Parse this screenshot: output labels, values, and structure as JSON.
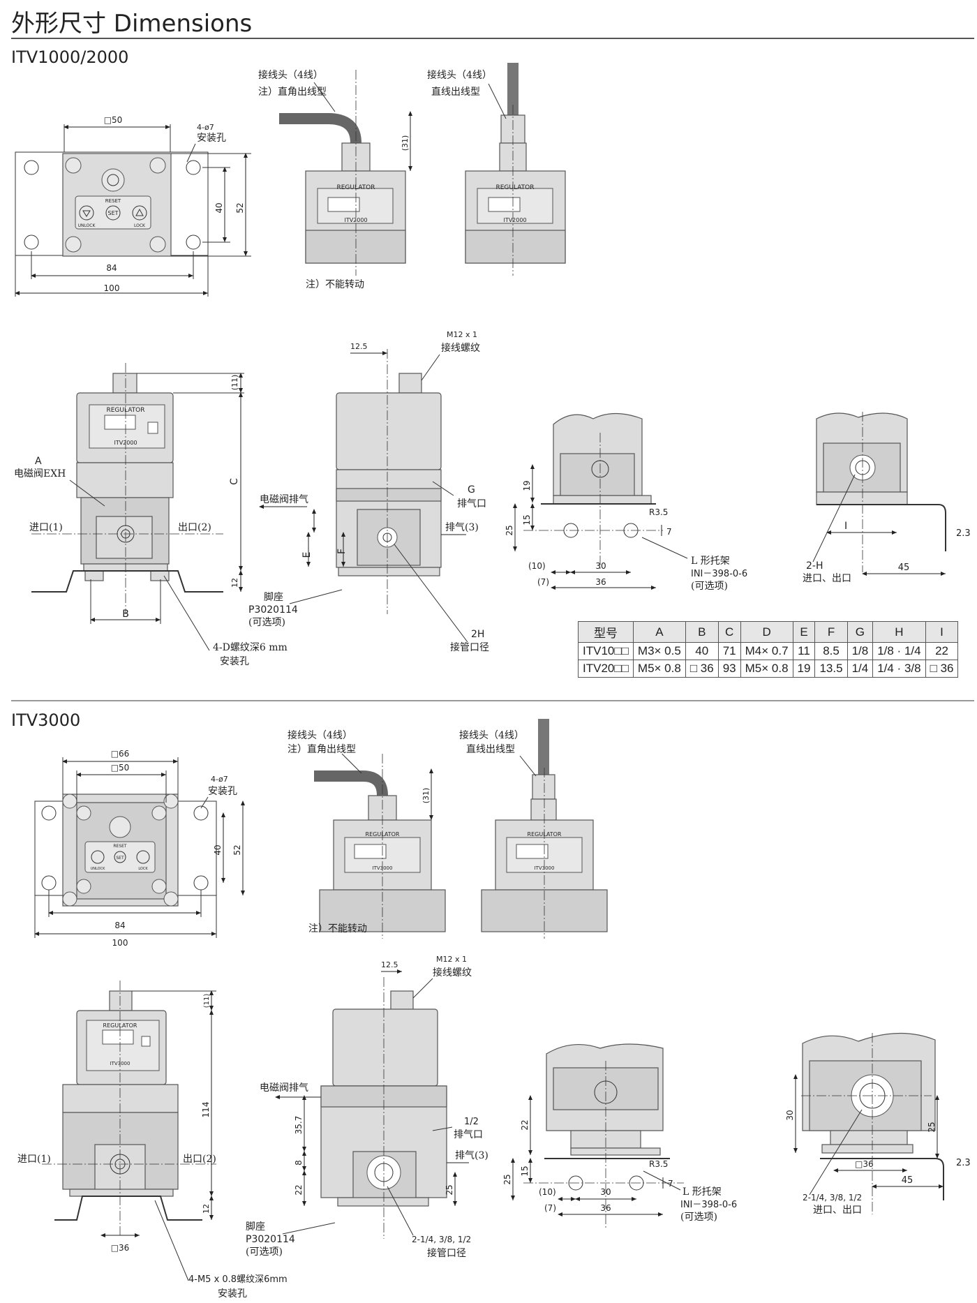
{
  "page": {
    "title": "外形尺寸 Dimensions"
  },
  "sections": [
    {
      "title": "ITV1000/2000"
    },
    {
      "title": "ITV3000"
    }
  ],
  "itv12": {
    "front": {
      "sq": "□50",
      "holes": "4-ø7",
      "holes_label": "安装孔",
      "d84": "84",
      "d100": "100",
      "d40": "40",
      "d52": "52",
      "reset": "RESET",
      "unlock": "UNLOCK",
      "set": "SET",
      "lock": "LOCK"
    },
    "conn_angle": {
      "label1": "接线头（4线）",
      "label2": "注）直角出线型",
      "dim31": "(31)",
      "note": "注）不能转动",
      "regulator": "REGULATOR",
      "model": "ITV2000"
    },
    "conn_straight": {
      "label1": "接线头（4线）",
      "label2": "直线出线型",
      "regulator": "REGULATOR",
      "model": "ITV2000"
    },
    "side": {
      "a": "A",
      "exh": "电磁阀EXH",
      "c": "C",
      "d11": "(11)",
      "d12": "12",
      "inlet": "进口(1)",
      "outlet": "出口(2)",
      "b": "B",
      "screw": "4-D螺纹深6 mm",
      "screw_label": "安装孔",
      "regulator": "REGULATOR",
      "model": "ITV2000"
    },
    "right": {
      "d125": "12.5",
      "m12": "M12 x 1",
      "m12_label": "接线螺纹",
      "solenoid": "电磁阀排气",
      "g": "G",
      "g_label": "排气口",
      "exhaust": "排气(3)",
      "e": "E",
      "f": "F",
      "foot": "脚座",
      "foot_model": "P3020114",
      "foot_opt": "(可选项)",
      "h": "2H",
      "h_label": "接管口径"
    },
    "bracket": {
      "d19": "19",
      "d15": "15",
      "d25": "25",
      "r": "R3.5",
      "d7": "7",
      "d10": "(10)",
      "d7b": "(7)",
      "d30": "30",
      "d36": "36",
      "lbl": "L 形托架",
      "model": "INI－398-0-6",
      "opt": "(可选项)"
    },
    "bracket_side": {
      "i": "I",
      "d23": "2.3",
      "h": "2-H",
      "ports": "进口、出口",
      "d45": "45"
    }
  },
  "table": {
    "headers": [
      "型号",
      "A",
      "B",
      "C",
      "D",
      "E",
      "F",
      "G",
      "H",
      "I"
    ],
    "rows": [
      [
        "ITV10□□",
        "M3× 0.5",
        "40",
        "71",
        "M4× 0.7",
        "11",
        "8.5",
        "1/8",
        "1/8 · 1/4",
        "22"
      ],
      [
        "ITV20□□",
        "M5× 0.8",
        "□ 36",
        "93",
        "M5× 0.8",
        "19",
        "13.5",
        "1/4",
        "1/4 · 3/8",
        "□ 36"
      ]
    ]
  },
  "itv3": {
    "front": {
      "sq66": "□66",
      "sq50": "□50",
      "holes": "4-ø7",
      "holes_label": "安装孔",
      "d84": "84",
      "d100": "100",
      "d40": "40",
      "d52": "52",
      "reset": "RESET",
      "unlock": "UNLOCK",
      "set": "SET",
      "lock": "LOCK"
    },
    "conn_angle": {
      "label1": "接线头（4线）",
      "label2": "注）直角出线型",
      "dim31": "(31)",
      "note": "注）不能转动",
      "regulator": "REGULATOR",
      "model": "ITV3000"
    },
    "conn_straight": {
      "label1": "接线头（4线）",
      "label2": "直线出线型",
      "regulator": "REGULATOR",
      "model": "ITV3000"
    },
    "side": {
      "d11": "(11)",
      "d114": "114",
      "d12": "12",
      "inlet": "进口(1)",
      "outlet": "出口(2)",
      "sq36": "□36",
      "screw": "4-M5 x 0.8螺纹深6mm",
      "screw_label": "安装孔",
      "regulator": "REGULATOR",
      "model": "ITV3000"
    },
    "right": {
      "d125": "12.5",
      "m12": "M12 x 1",
      "m12_label": "接线螺纹",
      "solenoid": "电磁阀排气",
      "half": "1/2",
      "half_label": "排气口",
      "exhaust": "排气(3)",
      "d357": "35.7",
      "d8": "8",
      "d22": "22",
      "d25": "25",
      "foot": "脚座",
      "foot_model": "P3020114",
      "foot_opt": "(可选项)",
      "ports": "2-1/4, 3/8, 1/2",
      "ports_label": "接管口径"
    },
    "bracket": {
      "d22": "22",
      "d15": "15",
      "d25": "25",
      "r": "R3.5",
      "d7": "7",
      "d10": "(10)",
      "d7b": "(7)",
      "d30": "30",
      "d36": "36",
      "lbl": "L 形托架",
      "model": "INI－398-0-6",
      "opt": "(可选项)"
    },
    "bracket_side": {
      "d30": "30",
      "d25": "25",
      "sq36": "□36",
      "d23": "2.3",
      "d45": "45",
      "ports": "2-1/4, 3/8, 1/2",
      "ports_label": "进口、出口"
    }
  }
}
